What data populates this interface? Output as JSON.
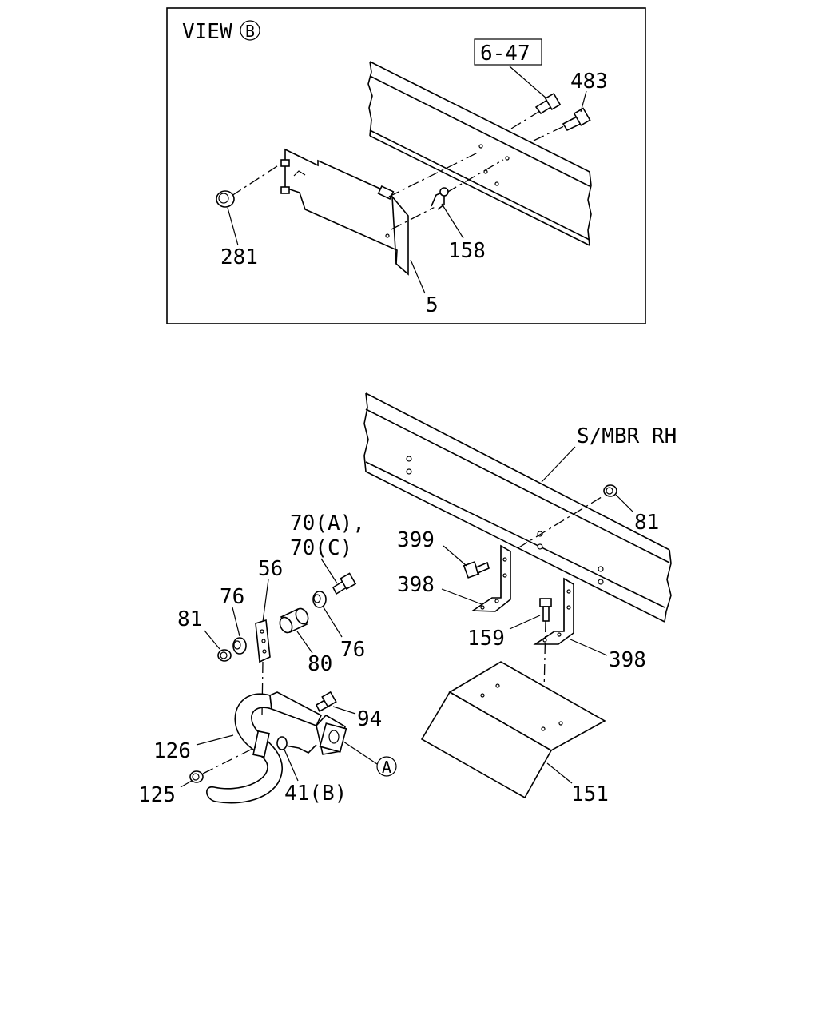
{
  "view_box": {
    "title": "VIEW",
    "view_letter": "B",
    "ref_box_label": "6-47"
  },
  "labels": {
    "p483": "483",
    "p281": "281",
    "p158": "158",
    "p5": "5",
    "smbr": "S/MBR RH",
    "p81_top": "81",
    "p399": "399",
    "p398_left": "398",
    "p159": "159",
    "p398_right": "398",
    "p151": "151",
    "p70a": "70(A),",
    "p70c": "70(C)",
    "p56": "56",
    "p76_left": "76",
    "p81_left": "81",
    "p80": "80",
    "p76_right": "76",
    "p94": "94",
    "p126": "126",
    "p125": "125",
    "p41b": "41(B)",
    "view_a": "A"
  }
}
